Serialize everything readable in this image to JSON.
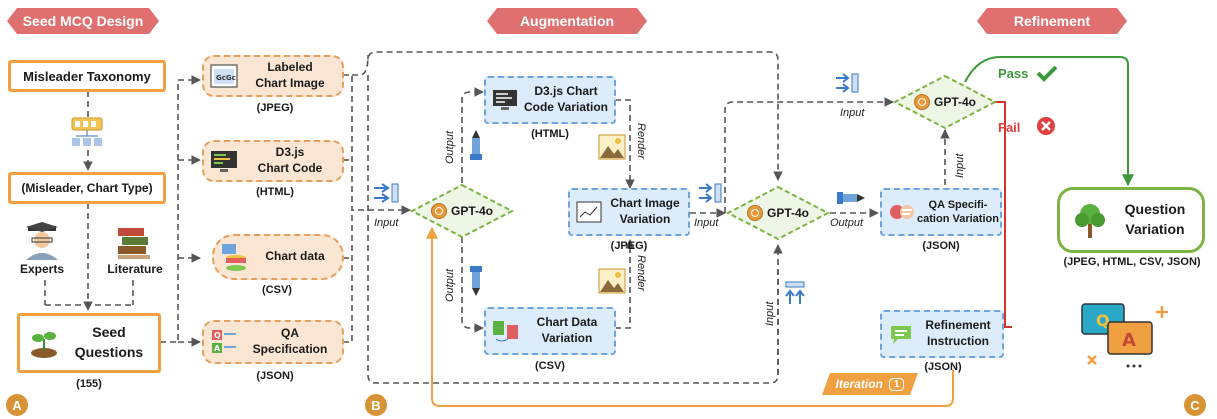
{
  "banners": {
    "seed": "Seed MCQ Design",
    "augmentation": "Augmentation",
    "refinement": "Refinement"
  },
  "seed_section": {
    "taxonomy": "Misleader Taxonomy",
    "pair": "(Misleader, Chart Type)",
    "experts": "Experts",
    "literature": "Literature",
    "seed_questions_line1": "Seed",
    "seed_questions_line2": "Questions",
    "seed_count": "(155)"
  },
  "inputs": {
    "chart_image_line1": "Labeled",
    "chart_image_line2": "Chart Image",
    "chart_image_fmt": "(JPEG)",
    "chart_code_line1": "D3.js",
    "chart_code_line2": "Chart Code",
    "chart_code_fmt": "(HTML)",
    "chart_data": "Chart data",
    "chart_data_fmt": "(CSV)",
    "qa_line1": "QA",
    "qa_line2": "Specification",
    "qa_fmt": "(JSON)"
  },
  "augmentation": {
    "gpt": "GPT-4o",
    "code_var_line1": "D3.js Chart",
    "code_var_line2": "Code Variation",
    "code_var_fmt": "(HTML)",
    "data_var_line1": "Chart Data",
    "data_var_line2": "Variation",
    "data_var_fmt": "(CSV)",
    "image_var_line1": "Chart Image",
    "image_var_line2": "Variation",
    "image_var_fmt": "(JPEG)",
    "qa_var_line1": "QA Specifi-",
    "qa_var_line2": "cation Variation",
    "qa_var_fmt": "(JSON)",
    "refine_line1": "Refinement",
    "refine_line2": "Instruction",
    "refine_fmt": "(JSON)"
  },
  "labels": {
    "input": "Input",
    "output": "Output",
    "render": "Render",
    "iteration": "Iteration",
    "iteration_num": "1",
    "pass": "Pass",
    "fail": "Fail"
  },
  "result": {
    "line1": "Question",
    "line2": "Variation",
    "formats": "(JPEG, HTML, CSV, JSON)"
  },
  "section_letters": [
    "A",
    "B",
    "C"
  ],
  "colors": {
    "banner": "#e07070",
    "seed_border": "#f0a040",
    "input_fill": "#fbe6d3",
    "variation_fill": "#dcecfb",
    "gpt_fill": "#eef6e6",
    "gpt_border": "#7cb342",
    "pass": "#3a9a3a",
    "fail": "#e04040",
    "iteration": "#f0a040"
  }
}
